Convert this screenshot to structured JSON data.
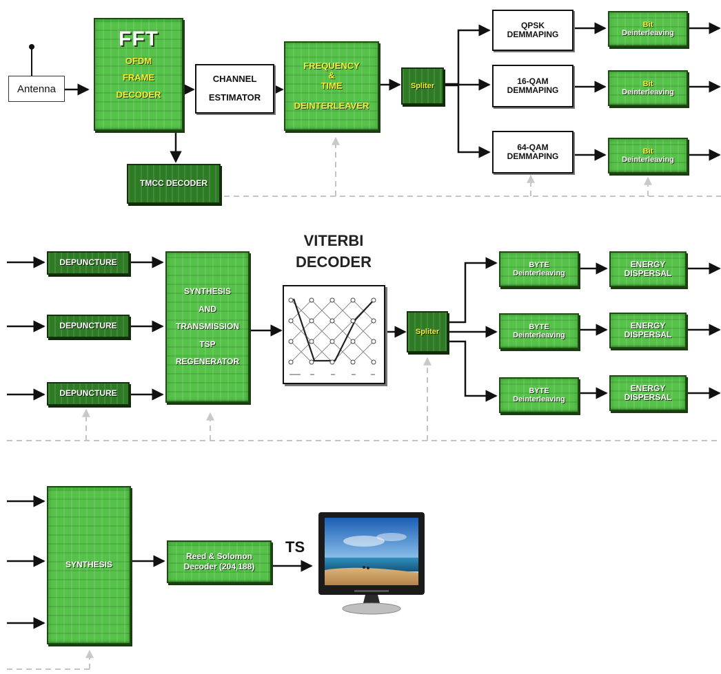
{
  "diagram": {
    "antenna": "Antenna",
    "fft": {
      "title": "FFT",
      "lines": [
        "OFDM",
        "FRAME",
        "DECODER"
      ]
    },
    "channel_estimator": [
      "CHANNEL",
      "ESTIMATOR"
    ],
    "freq_time": {
      "lines": [
        "FREQUENCY",
        "&",
        "TIME"
      ],
      "sub": "DEINTERLEAVER"
    },
    "splitter": "Spliter",
    "tmcc": "TMCC DECODER",
    "demap": [
      [
        "QPSK",
        "DEMMAPING"
      ],
      [
        "16-QAM",
        "DEMMAPING"
      ],
      [
        "64-QAM",
        "DEMMAPING"
      ]
    ],
    "bit_deint": [
      "Bit",
      "Deinterleaving"
    ],
    "depuncture": "DEPUNCTURE",
    "synthesis_tsp": [
      "SYNTHESIS",
      "AND",
      "TRANSMISSION",
      "TSP",
      "REGENERATOR"
    ],
    "viterbi_title": [
      "VITERBI",
      "DECODER"
    ],
    "byte_deint": [
      "BYTE",
      "Deinterleaving"
    ],
    "energy": [
      "ENERGY",
      "DISPERSAL"
    ],
    "synthesis": "SYNTHESIS",
    "reed_solomon": [
      "Reed & Solomon",
      "Decoder (204,188)"
    ],
    "ts_label": "TS"
  },
  "colors": {
    "block_green": "#56c24a",
    "block_dark": "#2f7a25",
    "label_yellow": "#f4ee3a",
    "wire": "#111111",
    "control_dash": "#b5b5b5"
  },
  "icons": [
    "antenna-icon",
    "trellis-icon",
    "television-icon"
  ]
}
